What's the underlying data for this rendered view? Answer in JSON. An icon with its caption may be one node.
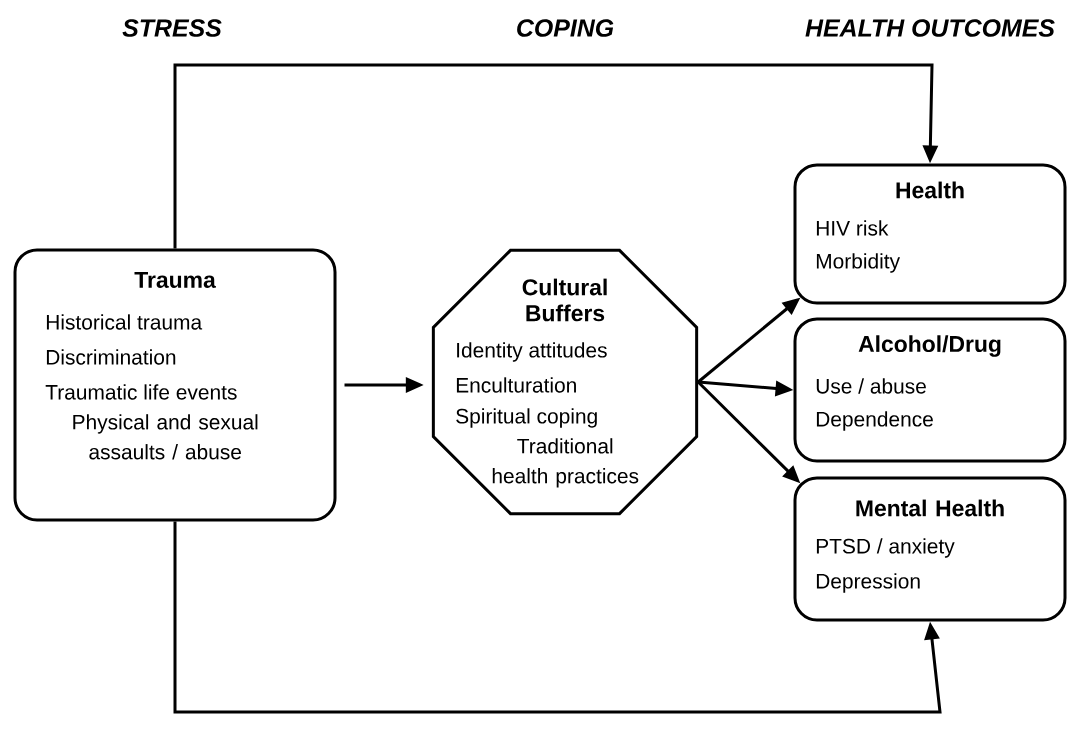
{
  "diagram": {
    "nodes": [
      {
        "text": [
          "Trauma",
          "Historical trauma",
          "Discrimination",
          "Traumatic life events",
          "Physical and sexual assaults / abuse"
        ]
      },
      {
        "text": [
          "Cultural Buffers",
          "Identity attitudes",
          "Enculturation",
          "Spiritual coping",
          "Traditional health practices"
        ]
      },
      {
        "text": [
          "Health",
          "HIV risk",
          "Morbidity"
        ]
      },
      {
        "text": [
          "Alcohol/Drug",
          "Use / abuse",
          "Dependence"
        ]
      },
      {
        "text": [
          "Mental Health",
          "PTSD / anxiety",
          "Depression"
        ]
      }
    ],
    "edges": [
      {
        "from": 0,
        "to": 2,
        "arrow": "to"
      },
      {
        "from": 0,
        "to": 1,
        "arrow": "to"
      },
      {
        "from": 1,
        "to": 2,
        "arrow": "to"
      },
      {
        "from": 1,
        "to": 3,
        "arrow": "to"
      },
      {
        "from": 1,
        "to": 4,
        "arrow": "to"
      },
      {
        "from": 0,
        "to": 4,
        "arrow": "to"
      }
    ],
    "labels": [
      "STRESS",
      "COPING",
      "HEALTH OUTCOMES"
    ]
  }
}
